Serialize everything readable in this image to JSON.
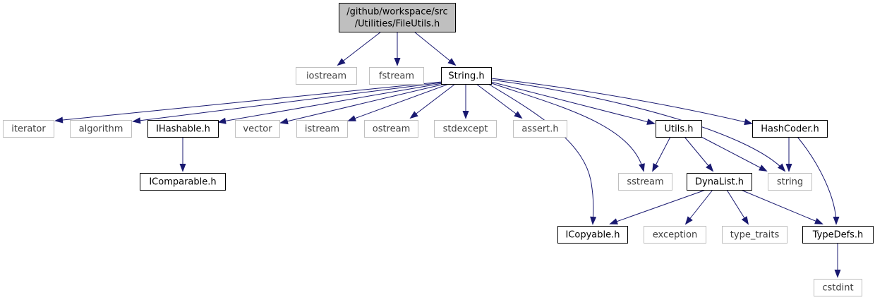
{
  "diagram": {
    "type": "include-dependency-graph",
    "colors": {
      "root_fill": "#bfbfbf",
      "node_stroke": "#000000",
      "external_stroke": "#bfbfbf",
      "external_text": "#404040",
      "edge": "#191970"
    },
    "nodes": [
      {
        "id": "root",
        "lines": [
          "/github/workspace/src",
          "/Utilities/FileUtils.h"
        ],
        "kind": "root"
      },
      {
        "id": "iostream",
        "lines": [
          "iostream"
        ],
        "kind": "external"
      },
      {
        "id": "fstream",
        "lines": [
          "fstream"
        ],
        "kind": "external"
      },
      {
        "id": "string_h",
        "lines": [
          "String.h"
        ],
        "kind": "file"
      },
      {
        "id": "iterator",
        "lines": [
          "iterator"
        ],
        "kind": "external"
      },
      {
        "id": "algorithm",
        "lines": [
          "algorithm"
        ],
        "kind": "external"
      },
      {
        "id": "ihashable",
        "lines": [
          "IHashable.h"
        ],
        "kind": "file"
      },
      {
        "id": "vector",
        "lines": [
          "vector"
        ],
        "kind": "external"
      },
      {
        "id": "istream",
        "lines": [
          "istream"
        ],
        "kind": "external"
      },
      {
        "id": "ostream",
        "lines": [
          "ostream"
        ],
        "kind": "external"
      },
      {
        "id": "stdexcept",
        "lines": [
          "stdexcept"
        ],
        "kind": "external"
      },
      {
        "id": "assert",
        "lines": [
          "assert.h"
        ],
        "kind": "external"
      },
      {
        "id": "utils",
        "lines": [
          "Utils.h"
        ],
        "kind": "file"
      },
      {
        "id": "hashcoder",
        "lines": [
          "HashCoder.h"
        ],
        "kind": "file"
      },
      {
        "id": "icomparable",
        "lines": [
          "IComparable.h"
        ],
        "kind": "file"
      },
      {
        "id": "sstream",
        "lines": [
          "sstream"
        ],
        "kind": "external"
      },
      {
        "id": "dynalist",
        "lines": [
          "DynaList.h"
        ],
        "kind": "file"
      },
      {
        "id": "string",
        "lines": [
          "string"
        ],
        "kind": "external"
      },
      {
        "id": "icopyable",
        "lines": [
          "ICopyable.h"
        ],
        "kind": "file"
      },
      {
        "id": "exception",
        "lines": [
          "exception"
        ],
        "kind": "external"
      },
      {
        "id": "type_traits",
        "lines": [
          "type_traits"
        ],
        "kind": "external"
      },
      {
        "id": "typedefs",
        "lines": [
          "TypeDefs.h"
        ],
        "kind": "file"
      },
      {
        "id": "cstdint",
        "lines": [
          "cstdint"
        ],
        "kind": "external"
      }
    ],
    "edges": [
      [
        "root",
        "iostream"
      ],
      [
        "root",
        "fstream"
      ],
      [
        "root",
        "string_h"
      ],
      [
        "string_h",
        "iterator"
      ],
      [
        "string_h",
        "algorithm"
      ],
      [
        "string_h",
        "ihashable"
      ],
      [
        "string_h",
        "vector"
      ],
      [
        "string_h",
        "istream"
      ],
      [
        "string_h",
        "ostream"
      ],
      [
        "string_h",
        "stdexcept"
      ],
      [
        "string_h",
        "assert"
      ],
      [
        "string_h",
        "utils"
      ],
      [
        "string_h",
        "hashcoder"
      ],
      [
        "string_h",
        "icopyable"
      ],
      [
        "string_h",
        "sstream"
      ],
      [
        "string_h",
        "string"
      ],
      [
        "ihashable",
        "icomparable"
      ],
      [
        "utils",
        "sstream"
      ],
      [
        "utils",
        "dynalist"
      ],
      [
        "utils",
        "string"
      ],
      [
        "hashcoder",
        "string"
      ],
      [
        "hashcoder",
        "typedefs"
      ],
      [
        "dynalist",
        "icopyable"
      ],
      [
        "dynalist",
        "exception"
      ],
      [
        "dynalist",
        "type_traits"
      ],
      [
        "dynalist",
        "typedefs"
      ],
      [
        "typedefs",
        "cstdint"
      ]
    ]
  }
}
